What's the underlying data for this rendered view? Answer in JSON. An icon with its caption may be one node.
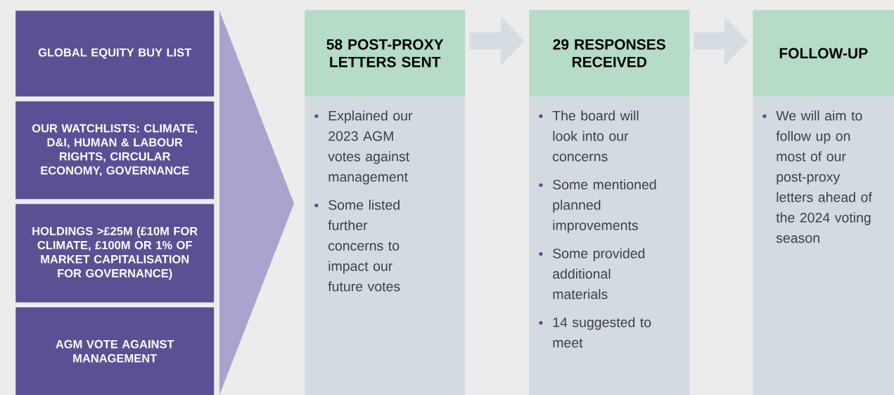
{
  "diagram": {
    "nodes": [
      {
        "text": [
          "GLOBAL EQUITY BUY LIST"
        ]
      },
      {
        "text": [
          "OUR WATCHLISTS: CLIMATE, D&I, HUMAN & LABOUR RIGHTS, CIRCULAR ECONOMY, GOVERNANCE"
        ]
      },
      {
        "text": [
          "HOLDINGS >£25M (£10M FOR CLIMATE, £100M OR 1% OF MARKET CAPITALISATION FOR GOVERNANCE)"
        ]
      },
      {
        "text": [
          "AGM VOTE AGAINST MANAGEMENT"
        ]
      },
      {
        "text": [],
        "shape": "chevron"
      },
      {
        "text": [
          "58 POST-PROXY LETTERS SENT"
        ]
      },
      {
        "text": [
          "Explained our 2023 AGM votes against management",
          "Some listed further concerns to impact our future votes"
        ]
      },
      {
        "text": [
          "29 RESPONSES RECEIVED"
        ]
      },
      {
        "text": [
          "The board will look into our concerns",
          "Some mentioned planned improvements",
          "Some provided additional materials",
          "14 suggested to meet"
        ]
      },
      {
        "text": [
          "FOLLOW-UP"
        ]
      },
      {
        "text": [
          "We will aim to follow up on most of our post-proxy letters ahead of the 2024 voting season"
        ]
      }
    ],
    "edges": [
      {
        "from": 5,
        "to": 7,
        "arrow": "to"
      },
      {
        "from": 7,
        "to": 9,
        "arrow": "to"
      }
    ]
  }
}
